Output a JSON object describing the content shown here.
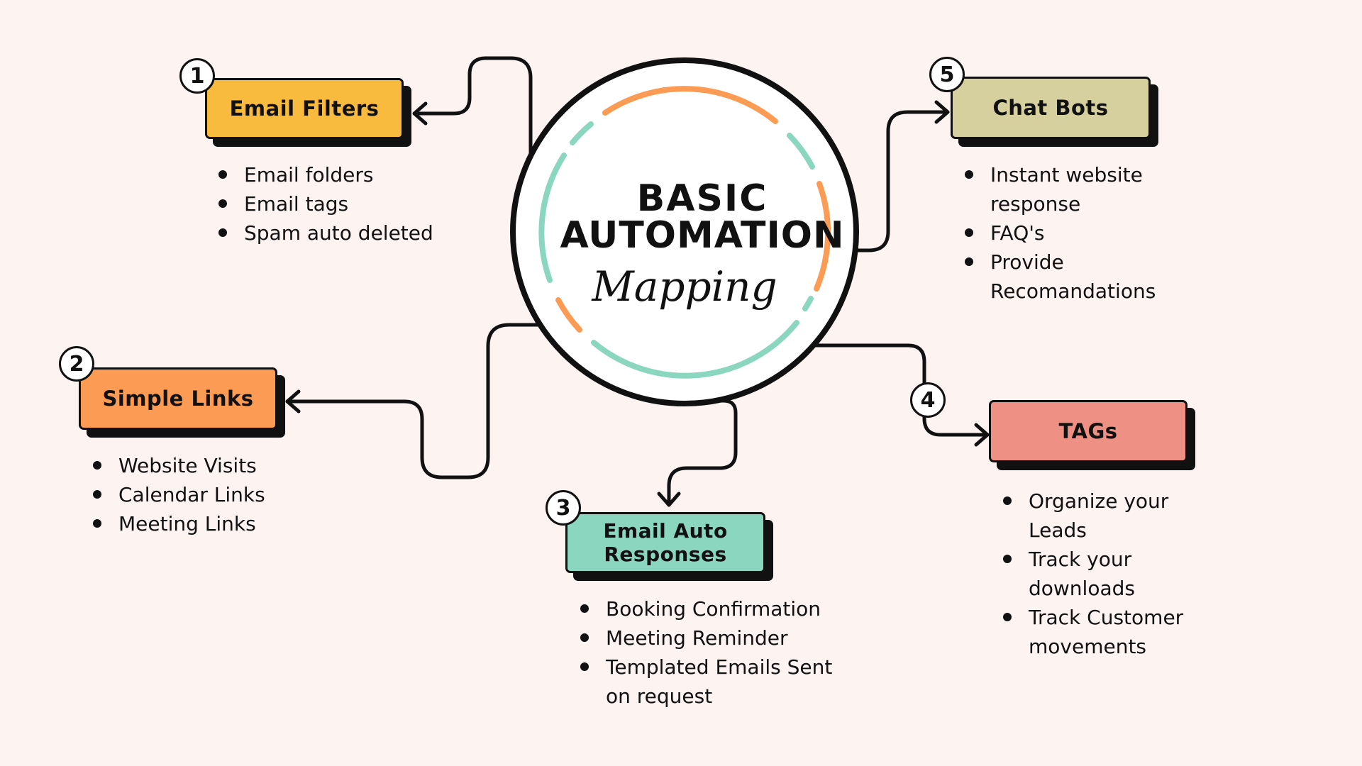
{
  "center": {
    "title_line1": "BASIC",
    "title_line2": "AUTOMATION",
    "subtitle": "Mapping"
  },
  "nodes": [
    {
      "number": "1",
      "title": "Email Filters",
      "color": "#f9bb3e",
      "items": [
        "Email folders",
        "Email tags",
        "Spam auto deleted"
      ]
    },
    {
      "number": "2",
      "title": "Simple Links",
      "color": "#fc9b54",
      "items": [
        "Website Visits",
        "Calendar Links",
        "Meeting Links"
      ]
    },
    {
      "number": "3",
      "title_line1": "Email Auto",
      "title_line2": "Responses",
      "color": "#8ad6bf",
      "items": [
        "Booking Confirmation",
        "Meeting Reminder",
        "Templated Emails Sent on request"
      ]
    },
    {
      "number": "4",
      "title": "TAGs",
      "color": "#ee9184",
      "items": [
        "Organize your Leads",
        "Track your downloads",
        "Track Customer movements"
      ]
    },
    {
      "number": "5",
      "title": "Chat Bots",
      "color": "#d6d09e",
      "items": [
        "Instant website response",
        "FAQ's",
        "Provide Recomandations"
      ]
    }
  ],
  "colors": {
    "accent_orange": "#fc9b54",
    "accent_teal": "#8ad6bf",
    "background": "#fdf3f1"
  }
}
